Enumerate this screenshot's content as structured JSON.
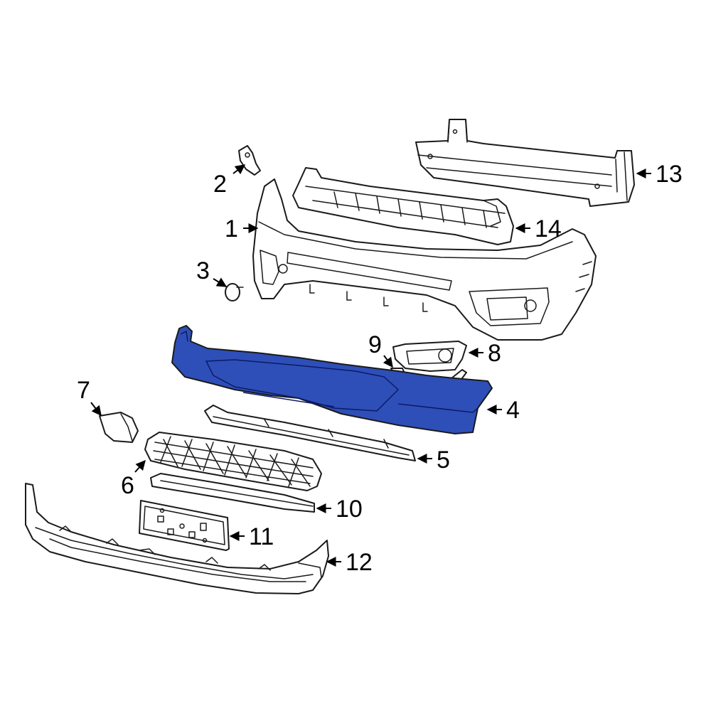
{
  "highlight_color": "#2e4fb8",
  "callouts": {
    "c1": "1",
    "c2": "2",
    "c3": "3",
    "c4": "4",
    "c5": "5",
    "c6": "6",
    "c7": "7",
    "c8": "8",
    "c9": "9",
    "c10": "10",
    "c11": "11",
    "c12": "12",
    "c13": "13",
    "c14": "14"
  }
}
